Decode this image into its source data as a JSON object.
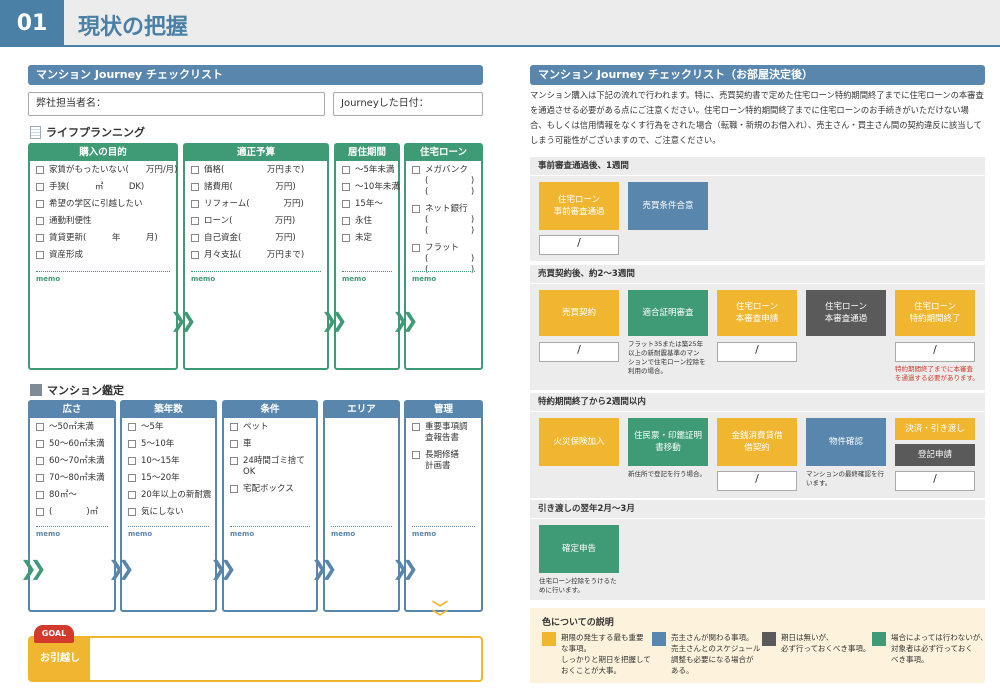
{
  "header": {
    "number": "01",
    "title": "現状の把握"
  },
  "left": {
    "checklist_title": "マンション Journey チェックリスト",
    "staff_label": "弊社担当者名：",
    "date_label": "Journeyした日付：",
    "lifeplan_title": "ライフプランニング",
    "memo": "memo",
    "cols1": [
      {
        "title": "購入の目的",
        "items": [
          "家賃がもったいない(　　万円/月)",
          "手狭(　　　㎡　　　DK)",
          "希望の学区に引越したい",
          "通勤利便性",
          "賃貸更新(　　　年　　　月)",
          "資産形成"
        ]
      },
      {
        "title": "適正予算",
        "items": [
          "価格(　　　　　万円まで)",
          "諸費用(　　　　　万円)",
          "リフォーム(　　　　万円)",
          "ローン(　　　　　万円)",
          "自己資金(　　　　万円)",
          "月々支払(　　　万円まで)"
        ]
      },
      {
        "title": "居住期間",
        "items": [
          "〜5年未満",
          "〜10年未満",
          "15年〜",
          "永住",
          "未定"
        ]
      },
      {
        "title": "住宅ローン",
        "items": [
          "メガバンク\n(　　　　　)\n(　　　　　)",
          "ネット銀行\n(　　　　　)\n(　　　　　)",
          "フラット\n(　　　　　)\n(　　　　　)"
        ]
      }
    ],
    "appraisal_title": "マンション鑑定",
    "cols2": [
      {
        "title": "広さ",
        "items": [
          "〜50㎡未満",
          "50〜60㎡未満",
          "60〜70㎡未満",
          "70〜80㎡未満",
          "80㎡〜",
          "(　　　　)㎡"
        ]
      },
      {
        "title": "築年数",
        "items": [
          "〜5年",
          "5〜10年",
          "10〜15年",
          "15〜20年",
          "20年以上の新耐震",
          "気にしない"
        ]
      },
      {
        "title": "条件",
        "items": [
          "ペット",
          "車",
          "24時間ゴミ捨て\nOK",
          "宅配ボックス"
        ]
      },
      {
        "title": "エリア",
        "items": []
      },
      {
        "title": "管理",
        "items": [
          "重要事項調\n査報告書",
          "長期修繕\n計画書"
        ]
      }
    ],
    "goal_badge": "GOAL",
    "goal_label": "お引越し"
  },
  "right": {
    "title": "マンション Journey チェックリスト（お部屋決定後）",
    "para": "マンション購入は下記の流れで行われます。特に、売買契約書で定めた住宅ローン特約期間終了までに住宅ローンの本審査を通過させる必要がある点にご注意ください。住宅ローン特約期間終了までに住宅ローンのお手続きがいただけない場合、もしくは信用情報をなくす行為をされた場合（転職・新規のお借入れ）、売主さん・買主さん間の契約違反に該当してしまう可能性がございますので、ご注意ください。",
    "slot": "/",
    "s1": {
      "head": "事前審査通過後、1週間",
      "t1": "住宅ローン\n事前審査通過",
      "t2": "売買条件合意"
    },
    "s2": {
      "head": "売買契約後、約2〜3週間",
      "t1": "売買契約",
      "t2": "適合証明審査",
      "t3": "住宅ローン\n本審査申請",
      "t4": "住宅ローン\n本審査通過",
      "t5": "住宅ローン\n特約期間終了",
      "n2": "フラット35または築25年\n以上の新耐震基準のマン\nションで住宅ローン控除を\n利用の場合。",
      "n5": "特約期間終了までに本審査\nを通過する必要があります。"
    },
    "s3": {
      "head": "特約期間終了から2週間以内",
      "t1": "火災保険加入",
      "t2": "住民票・印鑑証明\n書移動",
      "t3": "金銭消費貸借\n借契約",
      "t4": "物件確認",
      "t5": "決済・引き渡し",
      "t6": "登記申請",
      "n2": "新住所で登記を行う場合。",
      "n4": "マンションの最終確認を行\nいます。"
    },
    "s4": {
      "head": "引き渡しの翌年2月〜3月",
      "t1": "確定申告",
      "n1": "住宅ローン控除をうけるた\nめに行います。"
    },
    "legend": {
      "title": "色についての説明",
      "y": "期限の発生する最も重要\nな事項。\nしっかりと期日を把握して\nおくことが大事。",
      "b": "売主さんが関わる事項。\n売主さんとのスケジュール\n調整も必要になる場合が\nある。",
      "d": "期日は無いが、\n必ず行っておくべき事項。",
      "g": "場合によっては行わないが、\n対象者は必ず行っておく\nべき事項。"
    }
  },
  "colors": {
    "green": "#3f9a76",
    "blue": "#5886ad",
    "yellow": "#f0b630",
    "dark": "#5a5a5a",
    "red": "#d23a2c"
  }
}
